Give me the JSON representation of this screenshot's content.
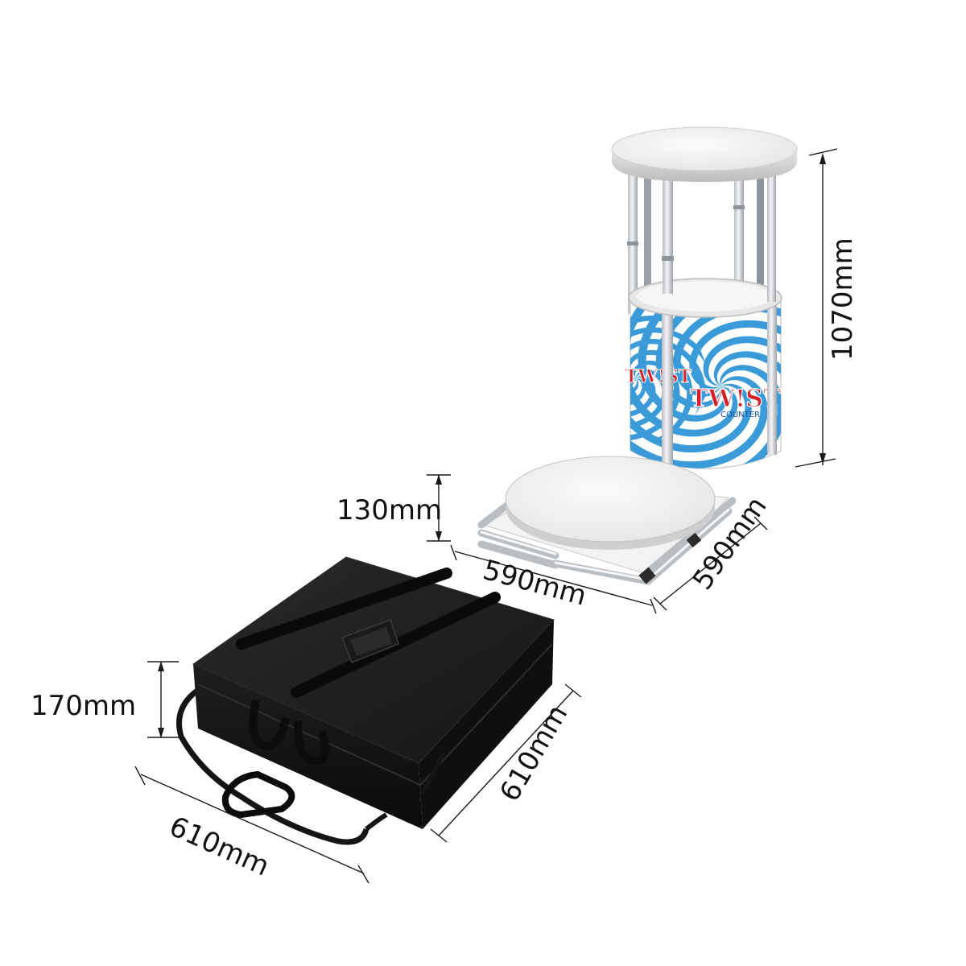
{
  "dimensions": {
    "counter_height": "1070mm",
    "pack_height": "130mm",
    "pack_width": "590mm",
    "pack_depth": "590mm",
    "bag_height": "170mm",
    "bag_width": "610mm",
    "bag_depth": "610mm"
  },
  "branding": {
    "logo_main": "TW!ST",
    "logo_sub": "COUNTER"
  },
  "colors": {
    "swirl_blue": "#3a9bd8",
    "tabletop_white": "#f2f2f2",
    "frame_silver": "#d6d9dc",
    "bag_black": "#161616",
    "logo_red": "#d4202a"
  }
}
